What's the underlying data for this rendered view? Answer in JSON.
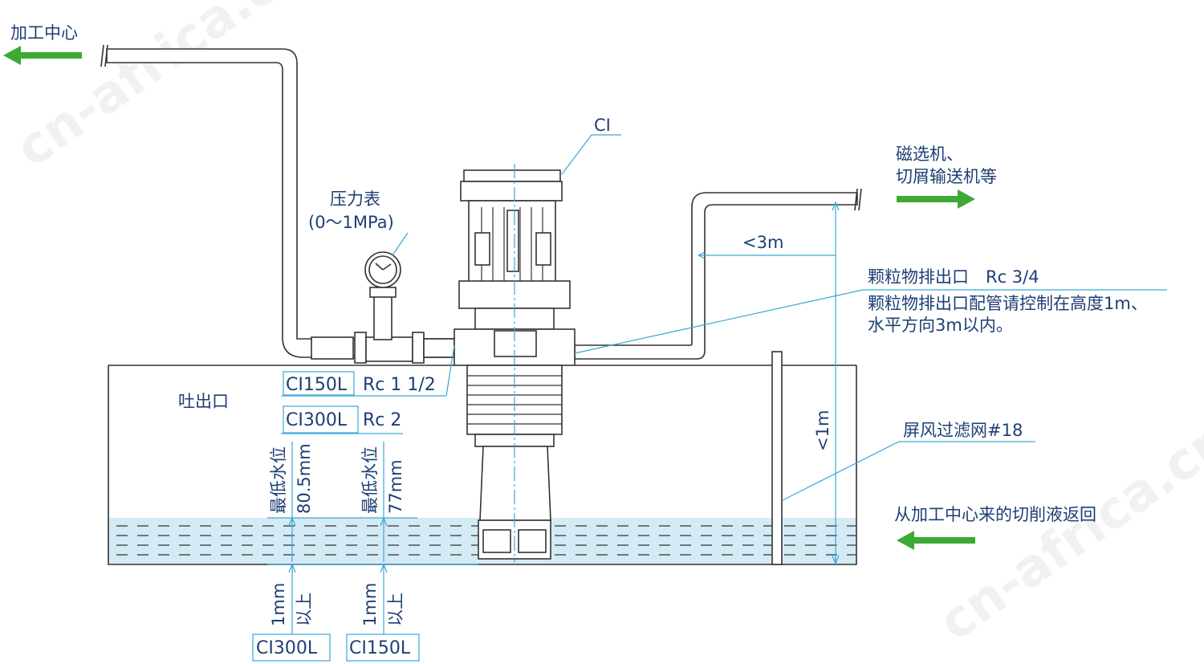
{
  "labels": {
    "machining_center": "加工中心",
    "ci": "CI",
    "magnetic_separator_1": "磁选机、",
    "magnetic_separator_2": "切屑输送机等",
    "pressure_gauge_1": "压力表",
    "pressure_gauge_2": "(0～1MPa)",
    "less_3m": "<3m",
    "particle_outlet": "颗粒物排出口　Rc 3/4",
    "particle_note_1": "颗粒物排出口配管请控制在高度1m、",
    "particle_note_2": "水平方向3m以内。",
    "discharge_port": "吐出口",
    "ci150l_a": "CI150L",
    "rc_1_half": "Rc 1 1/2",
    "ci300l_a": "CI300L",
    "rc_2": "Rc 2",
    "min_water_level_a": "最低水位",
    "mm_80_5": "80.5mm",
    "min_water_level_b": "最低水位",
    "mm_77": "77mm",
    "less_1m": "<1m",
    "screen_filter": "屏风过滤网#18",
    "return_coolant": "从加工中心来的切削液返回",
    "mm_1_a": "1mm",
    "above_a": "以上",
    "mm_1_b": "1mm",
    "above_b": "以上",
    "ci300l_b": "CI300L",
    "ci150l_b": "CI150L",
    "watermark_1": "cn-africa.cn",
    "watermark_2": "cn-africa.cn"
  },
  "colors": {
    "label_text": "#1d3f73",
    "dimension_line": "#3aa7d8",
    "arrow_green": "#3ea934",
    "water_fill": "#d4eaf5",
    "outline": "#333333"
  }
}
